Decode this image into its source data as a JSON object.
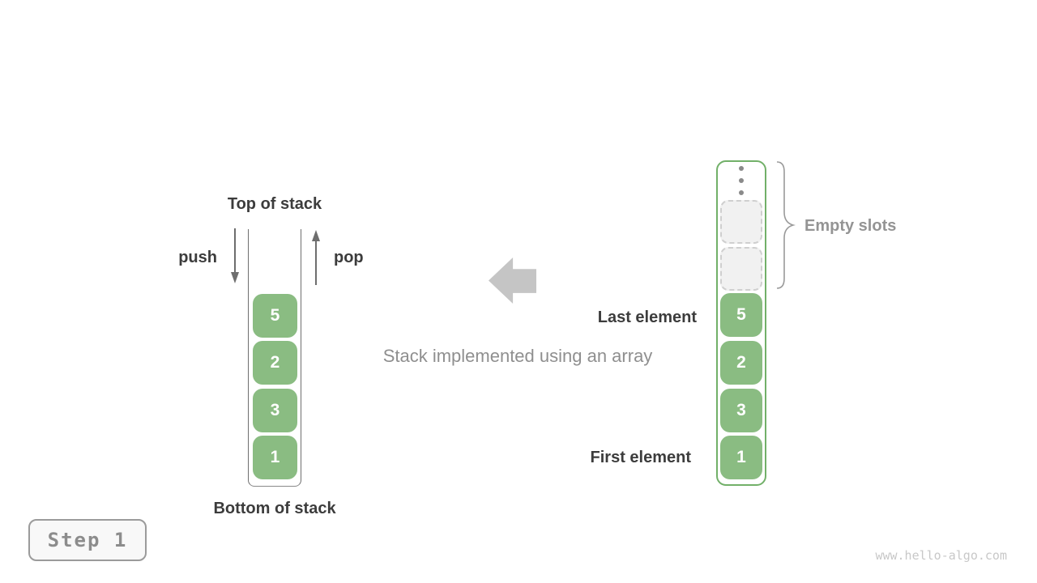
{
  "left_stack": {
    "top_label": "Top of stack",
    "bottom_label": "Bottom of stack",
    "push_label": "push",
    "pop_label": "pop",
    "cells": [
      "5",
      "2",
      "3",
      "1"
    ]
  },
  "center": {
    "caption": "Stack implemented using an array"
  },
  "right_array": {
    "cells": [
      "5",
      "2",
      "3",
      "1"
    ],
    "empty_slots_count": 2,
    "empty_slots_label": "Empty slots",
    "last_element_label": "Last element",
    "first_element_label": "First element"
  },
  "footer": {
    "step_label": "Step 1",
    "watermark": "www.hello-algo.com"
  },
  "colors": {
    "cell_green": "#8abc82",
    "array_border_green": "#72b069",
    "dark_text": "#3c3c3c",
    "gray_text": "#949494",
    "block_arrow_gray": "#c5c5c5"
  }
}
